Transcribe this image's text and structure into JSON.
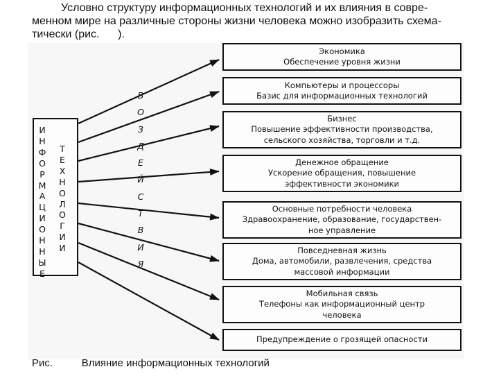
{
  "intro": {
    "line1": "Условно структуру информационных технологий и их влияния в совре-",
    "line2": "менном мире на различные стороны жизни человека можно изобразить схема-",
    "line3": "тически (рис.      )."
  },
  "left_box": {
    "col1": [
      "И",
      "Н",
      "Ф",
      "О",
      "Р",
      "М",
      "А",
      "Ц",
      "И",
      "О",
      "Н",
      "Н",
      "Ы",
      "Е"
    ],
    "col2": [
      "Т",
      "Е",
      "Х",
      "Н",
      "О",
      "Л",
      "О",
      "Г",
      "И",
      "И"
    ]
  },
  "middle_word": [
    "В",
    "О",
    "З",
    "Д",
    "Е",
    "Й",
    "С",
    "Т",
    "В",
    "И",
    "Я"
  ],
  "targets": [
    {
      "title": "Экономика",
      "lines": [
        "Обеспечение уровня жизни"
      ]
    },
    {
      "title": "Компьютеры и процессоры",
      "lines": [
        "Базис для информационных технологий"
      ]
    },
    {
      "title": "Бизнес",
      "lines": [
        "Повышение эффективности производства,",
        "сельского хозяйства, торговли и т.д."
      ]
    },
    {
      "title": "Денежное обращение",
      "lines": [
        "Ускорение обращения, повышение",
        "эффективности экономики"
      ]
    },
    {
      "title": "Основные потребности человека",
      "lines": [
        "Здравоохранение, образование, государствен-",
        "ное управление"
      ]
    },
    {
      "title": "Повседневная жизнь",
      "lines": [
        "Дома, автомобили, развлечения, средства",
        "массовой информации"
      ]
    },
    {
      "title": "Мобильная связь",
      "lines": [
        "Телефоны как информационный центр",
        "человека"
      ]
    },
    {
      "title": "Предупреждение о грозящей опасности",
      "lines": []
    }
  ],
  "caption": "Рис.          Влияние информационных технологий"
}
